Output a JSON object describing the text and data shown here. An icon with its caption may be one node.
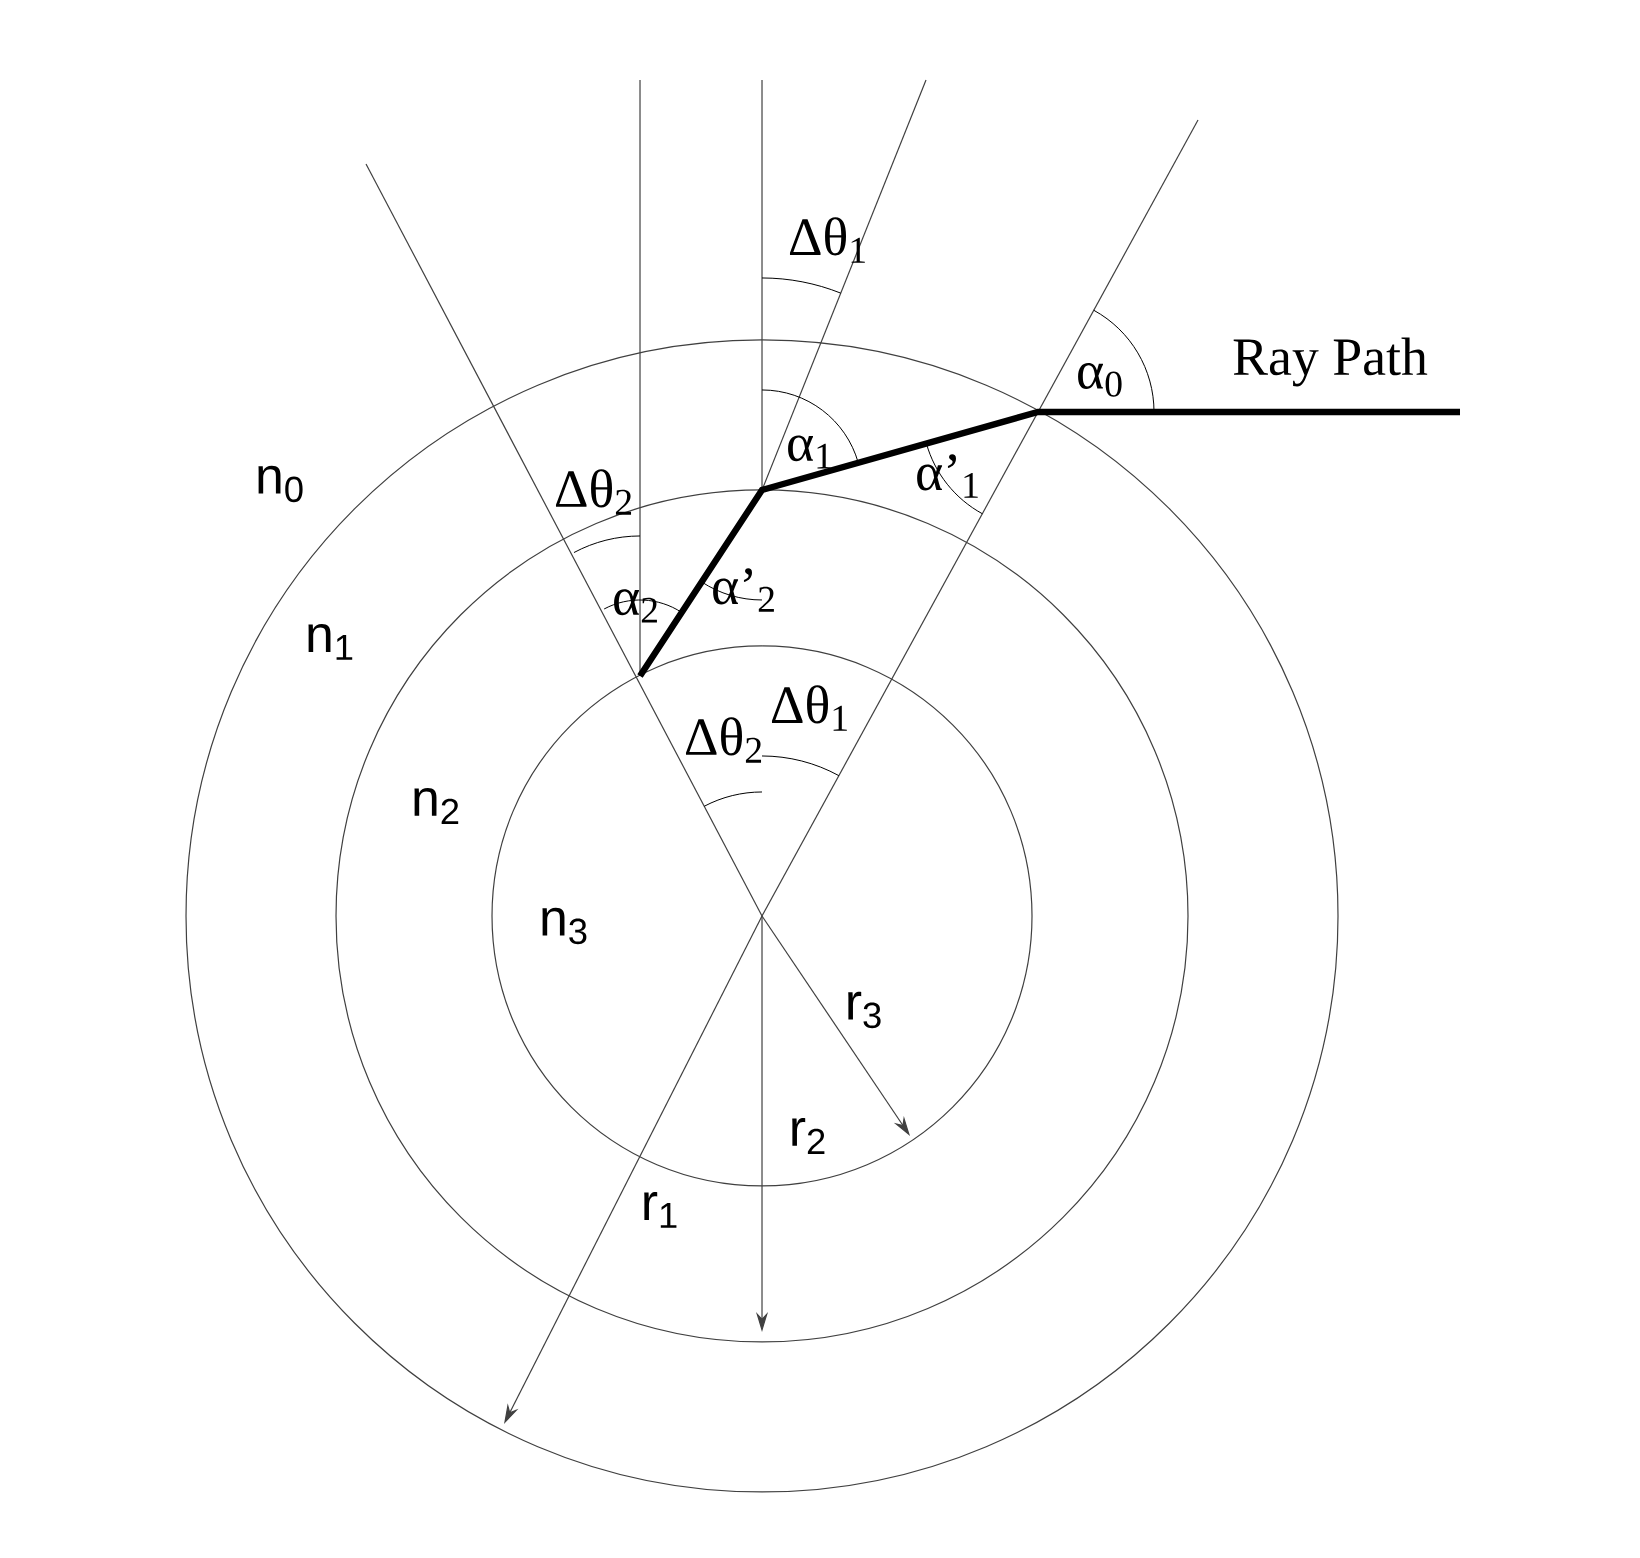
{
  "diagram": {
    "labels": [
      "Δθ$_{1}$",
      "Ray Path",
      "α$_{0}$",
      "n$_{0}$",
      "α$_{1}$",
      "Δθ$_{2}$",
      "α’$_{1}$",
      "α$_{2}$",
      "α’$_{2}$",
      "n$_{1}$",
      "Δθ$_{2}$",
      "Δθ$_{1}$",
      "n$_{2}$",
      "n$_{3}$",
      "r$_{3}$",
      "r$_{2}$",
      "r$_{1}$"
    ]
  }
}
